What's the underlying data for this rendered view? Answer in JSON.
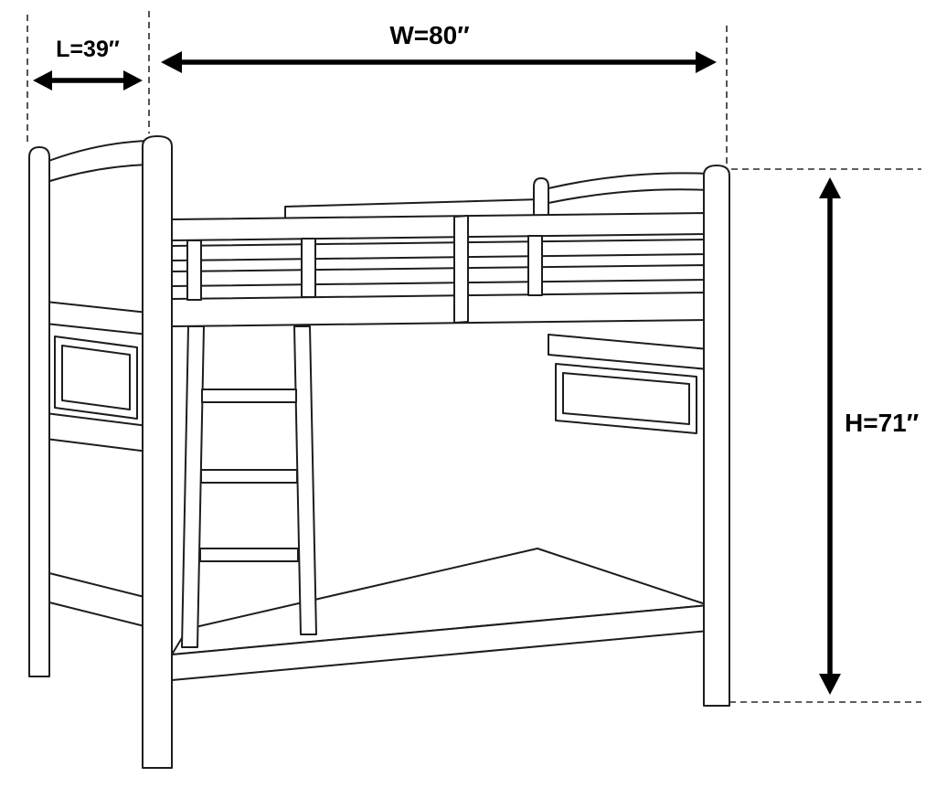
{
  "diagram": {
    "subject": "bunk-bed-dimension-drawing",
    "dimensions": {
      "length": {
        "label": "L=39″",
        "value": 39,
        "unit": "inches"
      },
      "width": {
        "label": "W=80″",
        "value": 80,
        "unit": "inches"
      },
      "height": {
        "label": "H=71″",
        "value": 71,
        "unit": "inches"
      }
    },
    "colors": {
      "line": "#1d1d1d",
      "arrow": "#000000",
      "background": "#ffffff"
    }
  }
}
